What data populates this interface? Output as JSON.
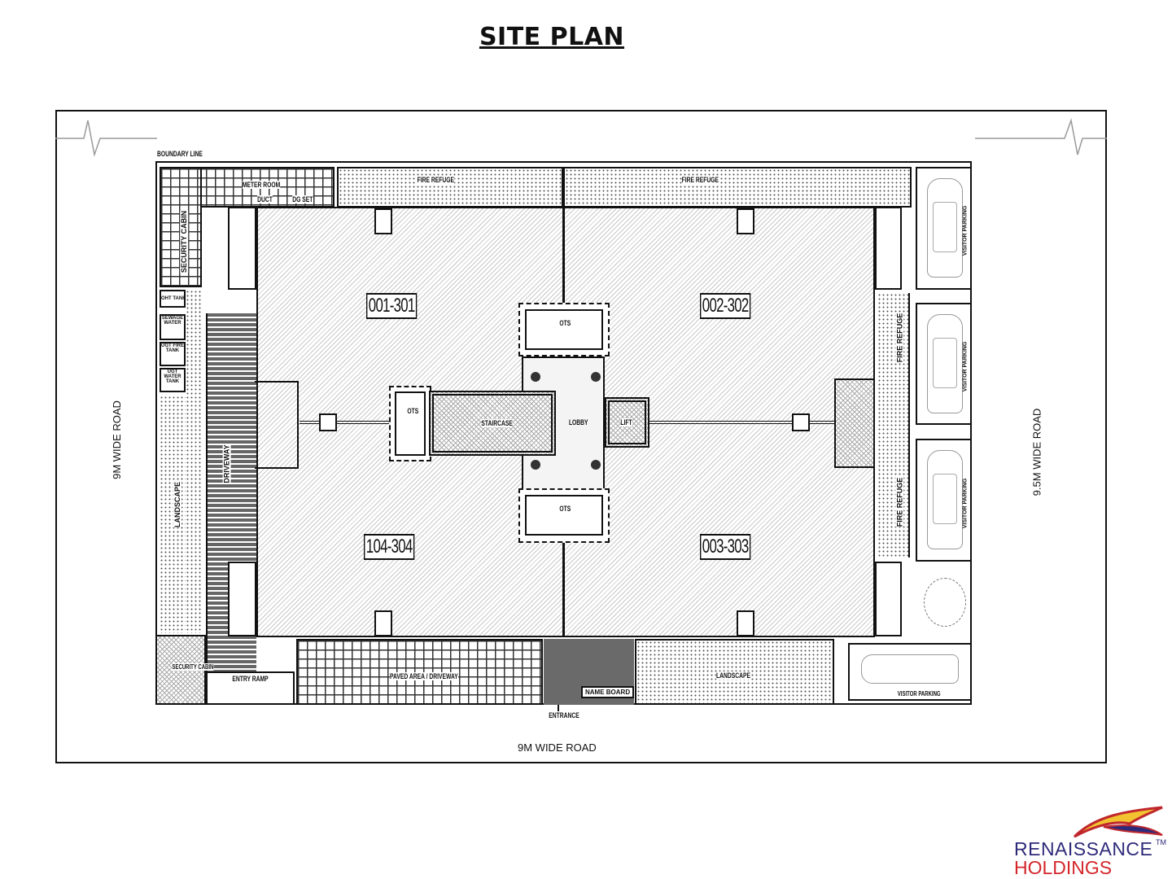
{
  "title": "SITE PLAN",
  "units": [
    "001-301",
    "002-302",
    "104-304",
    "003-303"
  ],
  "roads": {
    "left": "9M WIDE ROAD",
    "right": "9.5M WIDE ROAD",
    "bottom": "9M WIDE ROAD"
  },
  "labels": {
    "boundary_line": "BOUNDARY LINE",
    "top_left_zone": "METER ROOM",
    "top_left_sub": "DG SET",
    "top_left_small": "DUCT",
    "top_left_vertical": "SECURITY CABIN",
    "fire_refuge_1": "FIRE REFUGE",
    "fire_refuge_2": "FIRE REFUGE",
    "left_rooms": [
      "OHT TANK",
      "SEWAGE WATER",
      "UGT FIRE TANK",
      "UGT WATER TANK"
    ],
    "left_landscape": "LANDSCAPE",
    "ramp": "DRIVEWAY",
    "security": "SECURITY CABIN",
    "entry_ramp": "ENTRY RAMP",
    "paved_area": "PAVED AREA / DRIVEWAY",
    "entrance": "ENTRANCE",
    "name_plate": "NAME BOARD",
    "landscape_bottom": "LANDSCAPE",
    "right_fire": [
      "FIRE REFUGE",
      "FIRE REFUGE"
    ],
    "parking": [
      "VISITOR PARKING",
      "VISITOR PARKING",
      "VISITOR PARKING"
    ],
    "parking_bottom": "VISITOR PARKING",
    "duct": "DUCT",
    "staircase": "STAIRCASE",
    "lobby": "LOBBY",
    "lift": "LIFT",
    "ots": "OTS"
  },
  "logo": {
    "line1": "RENAISSANCE",
    "tm": "TM",
    "line2": "HOLDINGS",
    "colors": {
      "navy": "#2e2a7a",
      "red": "#d4262b",
      "yellow": "#f2c230"
    }
  }
}
